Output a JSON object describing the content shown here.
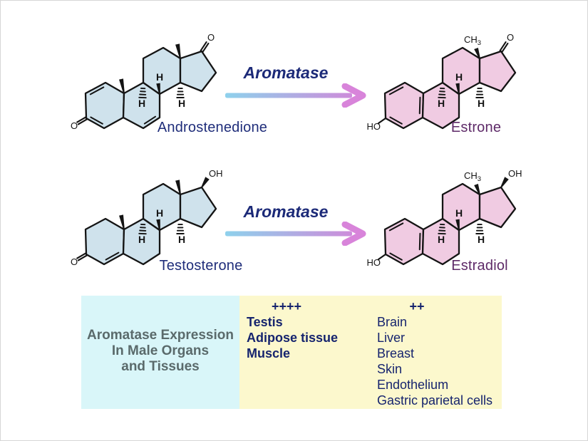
{
  "figure": {
    "background": "#ffffff",
    "frame_color": "#d6d6d6"
  },
  "reactions": [
    {
      "enzyme": "Aromatase",
      "substrate": "Androstenedione",
      "product": "Estrone"
    },
    {
      "enzyme": "Aromatase",
      "substrate": "Testosterone",
      "product": "Estradiol"
    }
  ],
  "arrow": {
    "gradient_start": "#8ed1ec",
    "gradient_end": "#cd8cda",
    "head_color": "#d884da",
    "label_color": "#1c2a78"
  },
  "molecules": [
    {
      "name": "Androstenedione",
      "name_color": "#1f2d7a",
      "fill": "#cfe2ec",
      "outline": "#141414",
      "variant": "androgen-dienone",
      "atom_labels": {
        "c3": "O",
        "c17": "O",
        "h": "H"
      }
    },
    {
      "name": "Estrone",
      "name_color": "#5e2a68",
      "fill": "#f0cbe2",
      "outline": "#141414",
      "variant": "estrogen-ketone",
      "atom_labels": {
        "c3": "HO",
        "c17": "O",
        "c13": "CH",
        "c13_sub": "3",
        "h": "H"
      }
    },
    {
      "name": "Testosterone",
      "name_color": "#1f2d7a",
      "fill": "#cfe2ec",
      "outline": "#141414",
      "variant": "androgen-enone",
      "atom_labels": {
        "c3": "O",
        "c17": "OH",
        "h": "H"
      }
    },
    {
      "name": "Estradiol",
      "name_color": "#5e2a68",
      "fill": "#f0cbe2",
      "outline": "#141414",
      "variant": "estrogen-ol",
      "atom_labels": {
        "c3": "HO",
        "c17": "OH",
        "c13": "CH",
        "c13_sub": "3",
        "h": "H"
      }
    }
  ],
  "table": {
    "left_cell": {
      "bg": "#d9f6f9",
      "text_color": "#5a6a6b",
      "lines": [
        "Aromatase Expression",
        "In Male Organs",
        "and Tissues"
      ]
    },
    "right_cell": {
      "bg": "#fcf8cd",
      "text_color": "#16246e",
      "high": {
        "header": "++++",
        "items": [
          "Testis",
          "Adipose tissue",
          "Muscle"
        ]
      },
      "moderate": {
        "header": "++",
        "items": [
          "Brain",
          "Liver",
          "Breast",
          "Skin",
          "Endothelium",
          "Gastric parietal cells"
        ]
      }
    }
  }
}
